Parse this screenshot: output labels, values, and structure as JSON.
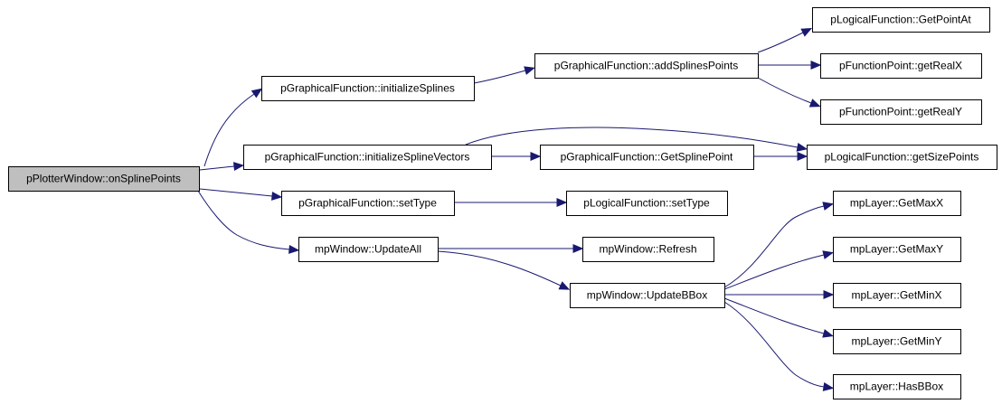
{
  "diagram": {
    "type": "call-graph",
    "colors": {
      "edge": "#191970",
      "root_fill": "#bfbfbf",
      "node_fill": "#ffffff",
      "border": "#000000"
    },
    "nodes": [
      {
        "id": "onSplinePoints",
        "label": "pPlotterWindow::onSplinePoints",
        "root": true
      },
      {
        "id": "initializeSplines",
        "label": "pGraphicalFunction::initializeSplines"
      },
      {
        "id": "initializeSplineVectors",
        "label": "pGraphicalFunction::initializeSplineVectors"
      },
      {
        "id": "setTypeG",
        "label": "pGraphicalFunction::setType"
      },
      {
        "id": "updateAll",
        "label": "mpWindow::UpdateAll"
      },
      {
        "id": "addSplinesPoints",
        "label": "pGraphicalFunction::addSplinesPoints"
      },
      {
        "id": "getSplinePoint",
        "label": "pGraphicalFunction::GetSplinePoint"
      },
      {
        "id": "setTypeL",
        "label": "pLogicalFunction::setType"
      },
      {
        "id": "refresh",
        "label": "mpWindow::Refresh"
      },
      {
        "id": "updateBBox",
        "label": "mpWindow::UpdateBBox"
      },
      {
        "id": "getPointAt",
        "label": "pLogicalFunction::GetPointAt"
      },
      {
        "id": "getRealX",
        "label": "pFunctionPoint::getRealX"
      },
      {
        "id": "getRealY",
        "label": "pFunctionPoint::getRealY"
      },
      {
        "id": "getSizePoints",
        "label": "pLogicalFunction::getSizePoints"
      },
      {
        "id": "getMaxX",
        "label": "mpLayer::GetMaxX"
      },
      {
        "id": "getMaxY",
        "label": "mpLayer::GetMaxY"
      },
      {
        "id": "getMinX",
        "label": "mpLayer::GetMinX"
      },
      {
        "id": "getMinY",
        "label": "mpLayer::GetMinY"
      },
      {
        "id": "hasBBox",
        "label": "mpLayer::HasBBox"
      }
    ],
    "edges": [
      {
        "from": "onSplinePoints",
        "to": "initializeSplines"
      },
      {
        "from": "onSplinePoints",
        "to": "initializeSplineVectors"
      },
      {
        "from": "onSplinePoints",
        "to": "setTypeG"
      },
      {
        "from": "onSplinePoints",
        "to": "updateAll"
      },
      {
        "from": "initializeSplines",
        "to": "addSplinesPoints"
      },
      {
        "from": "addSplinesPoints",
        "to": "getPointAt"
      },
      {
        "from": "addSplinesPoints",
        "to": "getRealX"
      },
      {
        "from": "addSplinesPoints",
        "to": "getRealY"
      },
      {
        "from": "initializeSplineVectors",
        "to": "getSplinePoint"
      },
      {
        "from": "initializeSplineVectors",
        "to": "getSizePoints"
      },
      {
        "from": "getSplinePoint",
        "to": "getSizePoints"
      },
      {
        "from": "setTypeG",
        "to": "setTypeL"
      },
      {
        "from": "updateAll",
        "to": "refresh"
      },
      {
        "from": "updateAll",
        "to": "updateBBox"
      },
      {
        "from": "updateBBox",
        "to": "getMaxX"
      },
      {
        "from": "updateBBox",
        "to": "getMaxY"
      },
      {
        "from": "updateBBox",
        "to": "getMinX"
      },
      {
        "from": "updateBBox",
        "to": "getMinY"
      },
      {
        "from": "updateBBox",
        "to": "hasBBox"
      }
    ]
  }
}
